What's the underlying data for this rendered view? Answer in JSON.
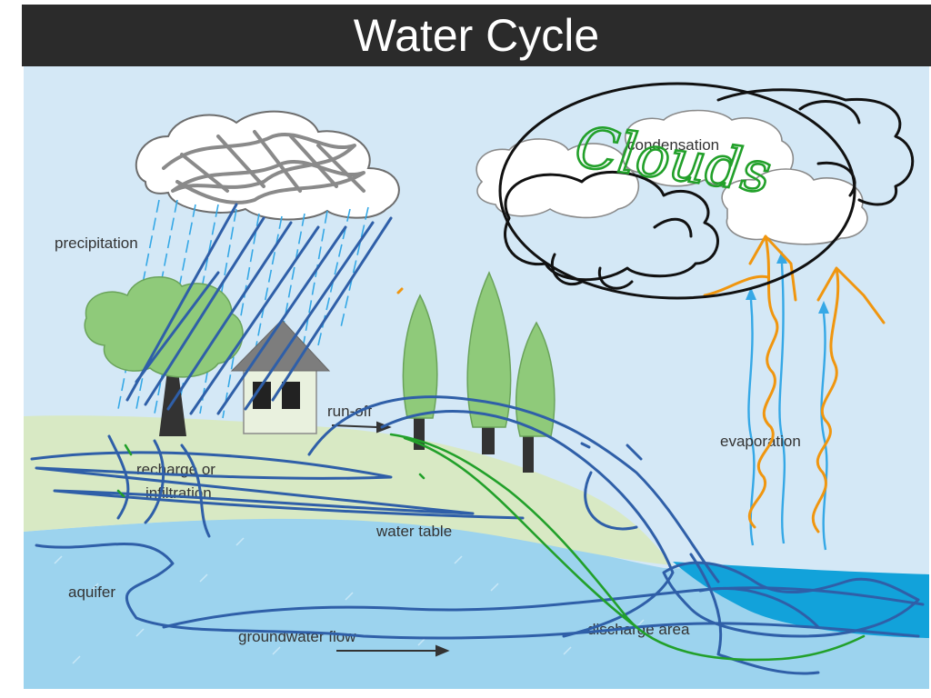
{
  "title": "Water Cycle",
  "labels": {
    "precipitation": "precipitation",
    "condensation": "condensation",
    "runoff": "run-off",
    "evaporation": "evaporation",
    "recharge": "recharge or",
    "infiltration": "infiltration",
    "water_table": "water table",
    "aquifer": "aquifer",
    "groundwater_flow": "groundwater flow",
    "discharge_area": "discharge area"
  },
  "annotations": {
    "clouds": "Clouds"
  },
  "colors": {
    "sky": "#d4e8f6",
    "ground": "#d8e9c4",
    "aquifer": "#9cd3ee",
    "lake": "#12a2da",
    "tree": "#8fca7a",
    "blue_ink": "#2f5fa8",
    "green_ink": "#22a02a",
    "orange_ink": "#f0960f",
    "black_ink": "#111111"
  }
}
